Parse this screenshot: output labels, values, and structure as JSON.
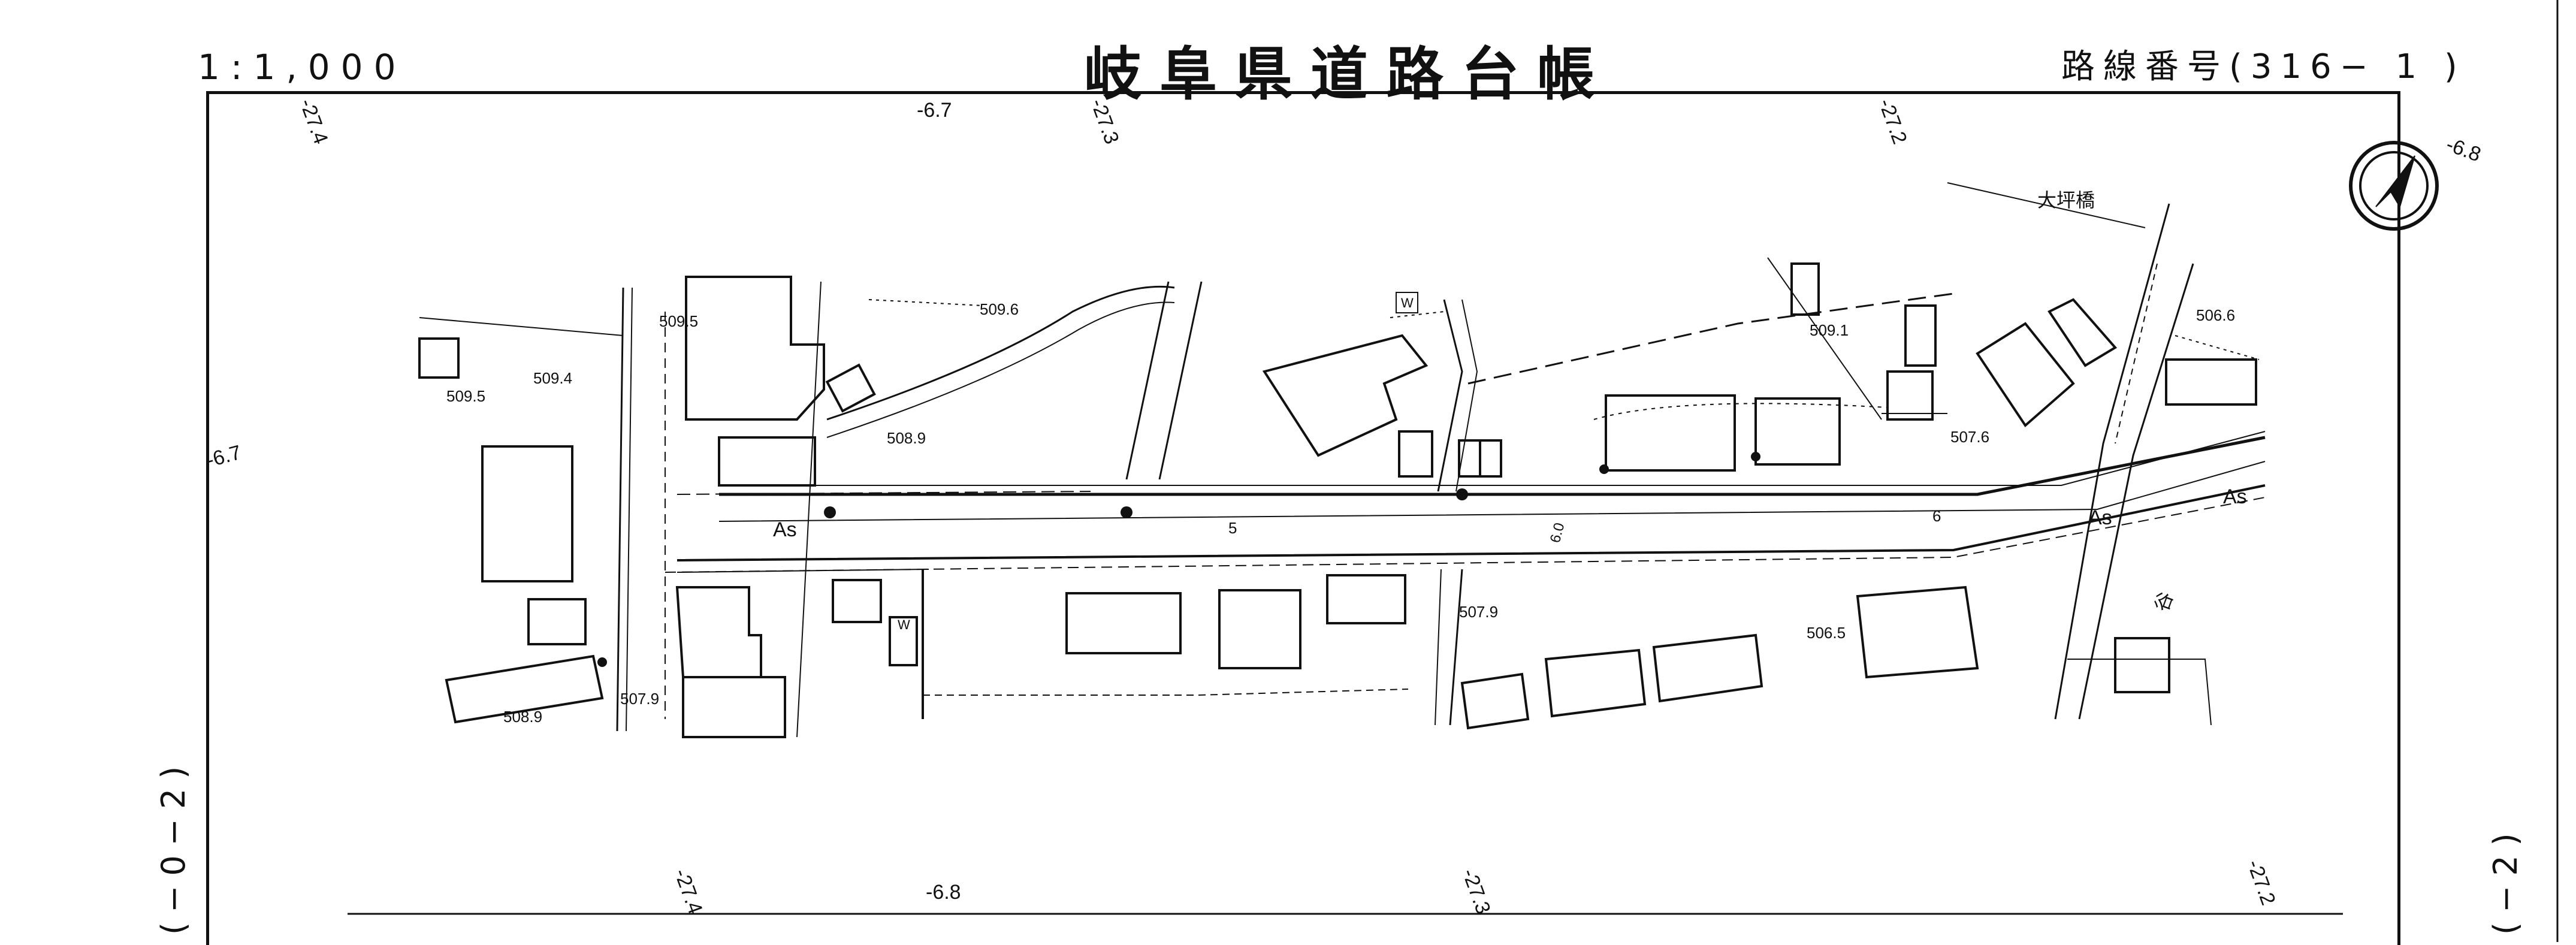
{
  "header": {
    "scale": "1:1,000",
    "title": "岐阜県道路台帳",
    "route_number": "路線番号(316− 1 )"
  },
  "side_labels": {
    "left": "(−0−2)",
    "right": "(−2)"
  },
  "map": {
    "north_arrow": "north-arrow-icon",
    "bridge_name": "大坪橋",
    "top_grid_labels": [
      "-27.4",
      "-6.7",
      "-27.3",
      "-27.2",
      "-6.8"
    ],
    "bottom_grid_labels": [
      "-27.4",
      "-6.8",
      "-27.3",
      "-27.2"
    ],
    "left_grid_label": "-6.7",
    "elevations": [
      "509.5",
      "509.6",
      "509.4",
      "509.5",
      "508.9",
      "509.1",
      "506.6",
      "507.6",
      "507.9",
      "506.5",
      "507.9",
      "508.9"
    ],
    "road_surface_labels": [
      "As",
      "As",
      "As"
    ],
    "road_widths": [
      "5",
      "6",
      "6.0"
    ],
    "building_marks": [
      "W",
      "W"
    ],
    "river_label": "谷"
  },
  "colors": {
    "ink": "#111111",
    "paper": "#ffffff"
  }
}
